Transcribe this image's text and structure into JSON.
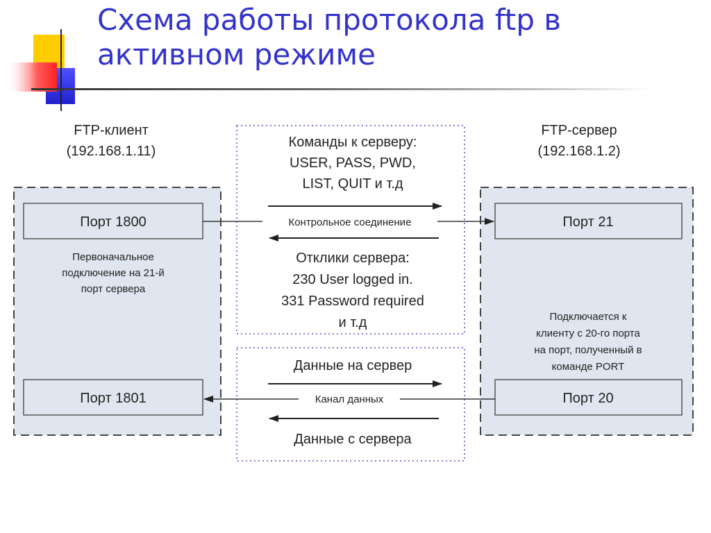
{
  "slide": {
    "title_line1": "Схема работы протокола ftp в",
    "title_line2": "активном режиме"
  },
  "diagram": {
    "client": {
      "name": "FTP-клиент",
      "ip": "(192.168.1.11)",
      "port_control": "Порт 1800",
      "port_data": "Порт 1801",
      "note_line1": "Первоначальное",
      "note_line2": "подключение на 21-й",
      "note_line3": "порт сервера"
    },
    "server": {
      "name": "FTP-сервер",
      "ip": "(192.168.1.2)",
      "port_control": "Порт 21",
      "port_data": "Порт 20",
      "note_line1": "Подключается к",
      "note_line2": "клиенту с 20-го порта",
      "note_line3": "на порт, полученный в",
      "note_line4": "команде PORT"
    },
    "control": {
      "commands_line1": "Команды к серверу:",
      "commands_line2": "USER, PASS, PWD,",
      "commands_line3": "LIST, QUIT и т.д",
      "connection_label": "Контрольное соединение",
      "responses_line1": "Отклики сервера:",
      "responses_line2": "230 User logged in.",
      "responses_line3": "331 Password required",
      "responses_line4": "и т.д"
    },
    "data_channel": {
      "to_server": "Данные на сервер",
      "channel_label": "Канал данных",
      "from_server": "Данные с сервера"
    }
  },
  "colors": {
    "title": "#3333cc",
    "host_fill": "#e0e6ef",
    "dotted_border": "#7b7bd6"
  }
}
